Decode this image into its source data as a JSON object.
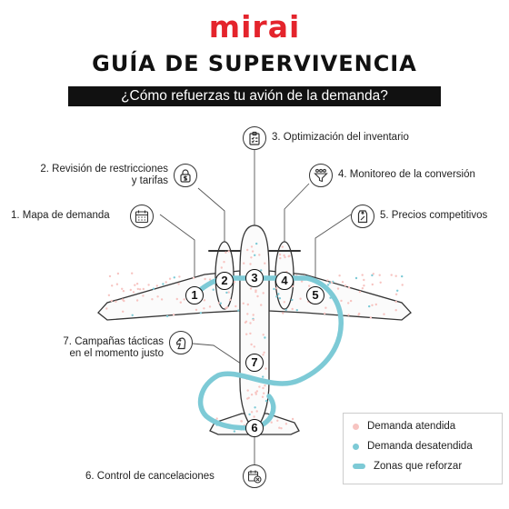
{
  "brand": {
    "name": "mirai",
    "color": "#e4242c"
  },
  "title": "GUÍA DE  SUPERVIVENCIA",
  "subtitle": "¿Cómo refuerzas tu avión de la demanda?",
  "steps": [
    {
      "number": "1",
      "label": "1.  Mapa de demanda",
      "icon": "calendar-icon"
    },
    {
      "number": "2",
      "label_line1": "2. Revisión de restricciones",
      "label_line2": "y tarifas",
      "icon": "padlock-dollar-icon"
    },
    {
      "number": "3",
      "label": "3. Optimización del inventario",
      "icon": "clipboard-checklist-icon"
    },
    {
      "number": "4",
      "label": "4. Monitoreo de la conversión",
      "icon": "funnel-people-icon"
    },
    {
      "number": "5",
      "label": "5. Precios competitivos",
      "icon": "price-tag-icon"
    },
    {
      "number": "6",
      "label": "6. Control de cancelaciones",
      "icon": "calendar-cancel-icon"
    },
    {
      "number": "7",
      "label_line1": "7. Campañas tácticas",
      "label_line2": "en el momento justo",
      "icon": "chess-knight-icon"
    }
  ],
  "legend": {
    "items": [
      {
        "label": "Demanda atendida",
        "swatch": "dot",
        "color": "#f7c4c1"
      },
      {
        "label": "Demanda desatendida",
        "swatch": "dot",
        "color": "#7dcad6"
      },
      {
        "label": "Zonas que reforzar",
        "swatch": "bar",
        "color": "#7dcad6"
      }
    ]
  },
  "colors": {
    "attended": "#f7c4c1",
    "unattended": "#7dcad6",
    "reinforce": "#7dcad6",
    "outline": "#333333"
  }
}
